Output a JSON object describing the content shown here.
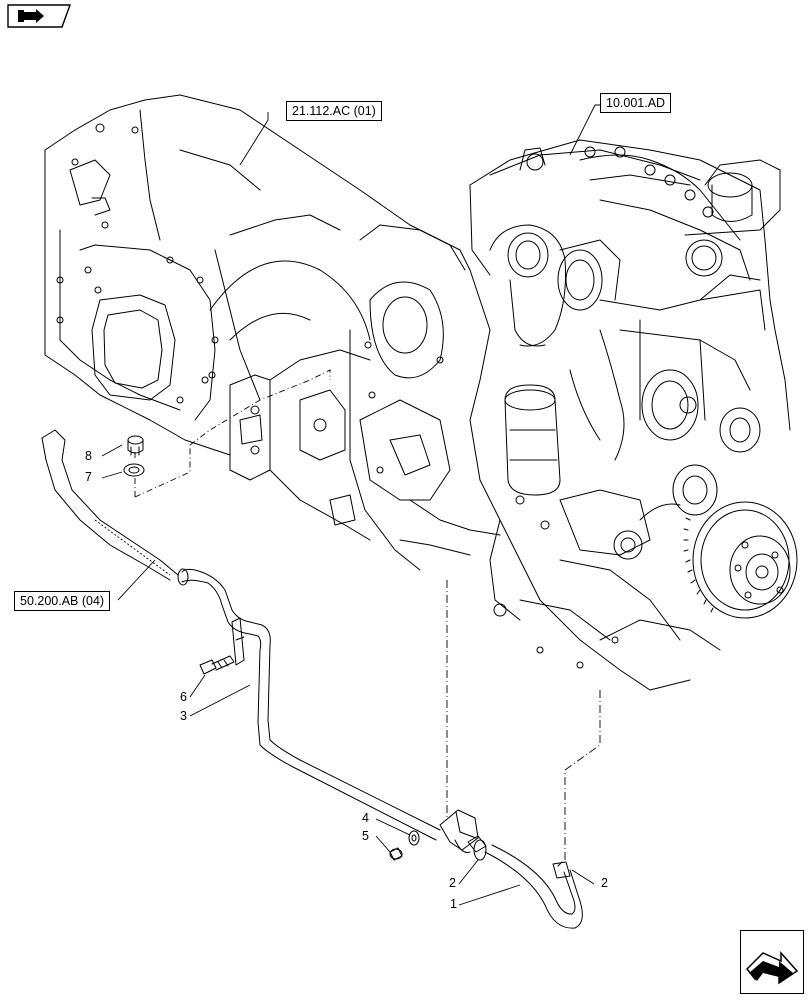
{
  "references": {
    "transmission": "21.112.AC (01)",
    "engine": "10.001.AD",
    "hydraulic": "50.200.AB (04)"
  },
  "callouts": {
    "c1": "1",
    "c2a": "2",
    "c2b": "2",
    "c3": "3",
    "c4": "4",
    "c5": "5",
    "c6": "6",
    "c7": "7",
    "c8": "8"
  },
  "icons": {
    "top_left": "book-arrow-icon",
    "bottom_right": "next-page-arrow-icon"
  }
}
